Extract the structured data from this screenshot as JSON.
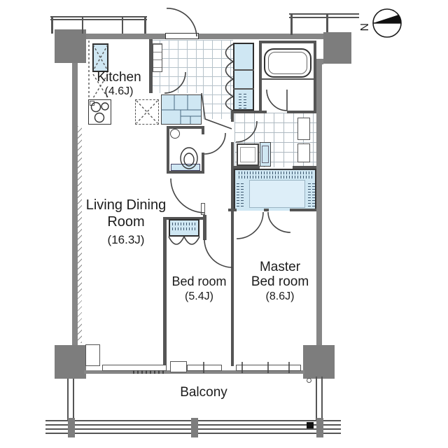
{
  "title": "Apartment floor plan",
  "compass": {
    "north_label": "N"
  },
  "rooms": {
    "kitchen": {
      "name": "Kitchen",
      "area": "(4.6J)"
    },
    "living_dining": {
      "line1": "Living Dining",
      "line2": "Room",
      "area": "(16.3J)"
    },
    "bedroom": {
      "name": "Bed room",
      "area": "(5.4J)"
    },
    "master_bedroom": {
      "line1": "Master",
      "line2": "Bed room",
      "area": "(8.6J)"
    },
    "balcony": {
      "name": "Balcony"
    }
  },
  "fixtures": [
    "refrigerator-space",
    "gas-stove",
    "kitchen-sink-counter",
    "pipe-shaft",
    "shoe-closet",
    "bathtub",
    "toilet",
    "hand-basin",
    "washing-machine-space",
    "vanity",
    "walk-in-closet",
    "bedroom-closet",
    "entrance-door"
  ],
  "colors": {
    "wall_gray": "#868686",
    "pillar_gray": "#7d7d7d",
    "fixture_blue": "#cfe7f3",
    "line_dark": "#555555",
    "background": "#ffffff",
    "compass_black": "#111111"
  }
}
